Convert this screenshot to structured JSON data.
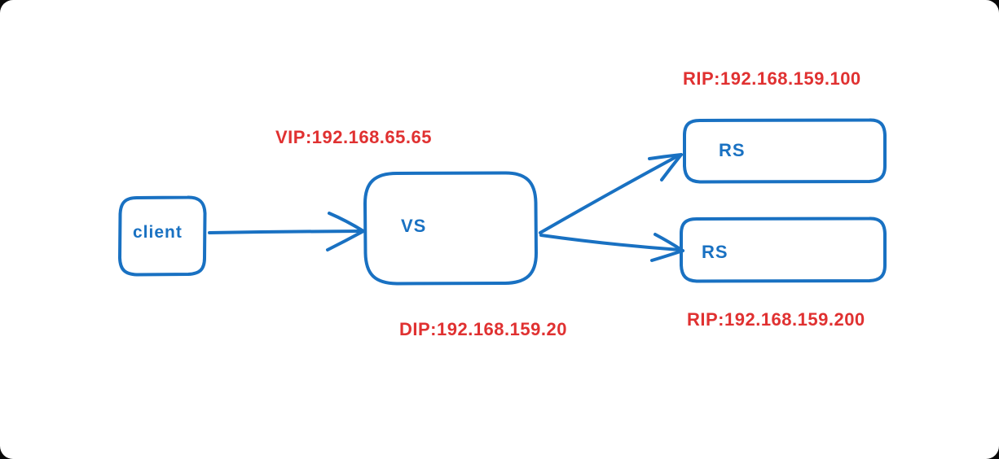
{
  "diagram": {
    "description": "Hand-drawn load balancer diagram: client sends traffic to VS (virtual server), which forwards to two RS (real servers)",
    "colors": {
      "node_stroke": "#1971c2",
      "node_text": "#1971c2",
      "ip_text": "#e03131",
      "canvas_bg": "#ffffff"
    },
    "nodes": [
      {
        "id": "client",
        "label": "client"
      },
      {
        "id": "vs",
        "label": "VS"
      },
      {
        "id": "rs1",
        "label": "RS"
      },
      {
        "id": "rs2",
        "label": "RS"
      }
    ],
    "edges": [
      {
        "from": "client",
        "to": "vs"
      },
      {
        "from": "vs",
        "to": "rs1"
      },
      {
        "from": "vs",
        "to": "rs2"
      }
    ],
    "ip_labels": {
      "vip": "VIP:192.168.65.65",
      "dip": "DIP:192.168.159.20",
      "rip_top": "RIP:192.168.159.100",
      "rip_bottom": "RIP:192.168.159.200"
    }
  }
}
